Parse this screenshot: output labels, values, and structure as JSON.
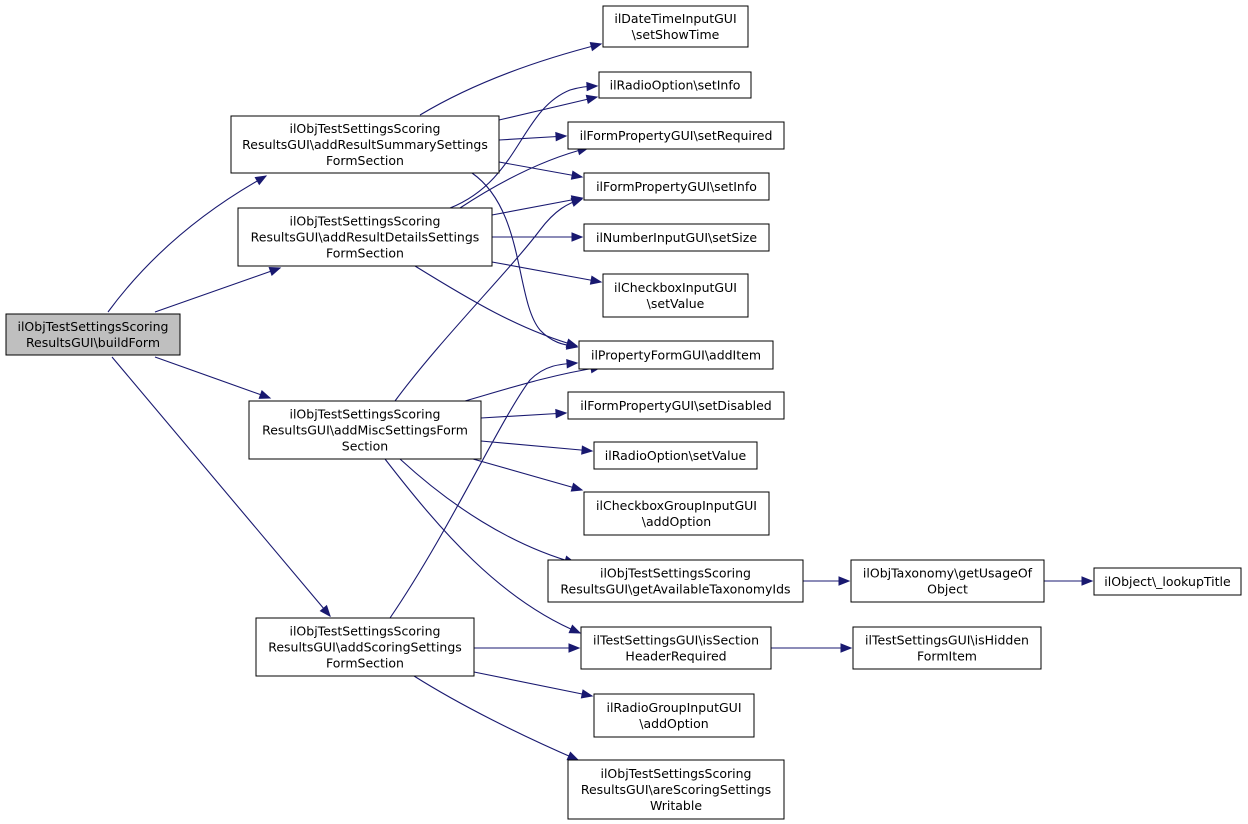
{
  "diagram": {
    "type": "call-graph",
    "colors": {
      "root_fill": "#bfbfbf",
      "node_fill": "#ffffff",
      "node_border": "#000000",
      "edge": "#191970"
    },
    "nodes": [
      {
        "id": "buildForm",
        "lines": [
          "ilObjTestSettingsScoring",
          "ResultsGUI\\buildForm"
        ],
        "root": true
      },
      {
        "id": "addResultSummary",
        "lines": [
          "ilObjTestSettingsScoring",
          "ResultsGUI\\addResultSummarySettings",
          "FormSection"
        ]
      },
      {
        "id": "addResultDetails",
        "lines": [
          "ilObjTestSettingsScoring",
          "ResultsGUI\\addResultDetailsSettings",
          "FormSection"
        ]
      },
      {
        "id": "addMisc",
        "lines": [
          "ilObjTestSettingsScoring",
          "ResultsGUI\\addMiscSettingsForm",
          "Section"
        ]
      },
      {
        "id": "addScoring",
        "lines": [
          "ilObjTestSettingsScoring",
          "ResultsGUI\\addScoringSettings",
          "FormSection"
        ]
      },
      {
        "id": "dateTimeShowTime",
        "lines": [
          "ilDateTimeInputGUI",
          "\\setShowTime"
        ]
      },
      {
        "id": "radioSetInfo",
        "lines": [
          "ilRadioOption\\setInfo"
        ]
      },
      {
        "id": "formPropSetRequired",
        "lines": [
          "ilFormPropertyGUI\\setRequired"
        ]
      },
      {
        "id": "formPropSetInfo",
        "lines": [
          "ilFormPropertyGUI\\setInfo"
        ]
      },
      {
        "id": "numberSetSize",
        "lines": [
          "ilNumberInputGUI\\setSize"
        ]
      },
      {
        "id": "checkboxSetValue",
        "lines": [
          "ilCheckboxInputGUI",
          "\\setValue"
        ]
      },
      {
        "id": "propFormAddItem",
        "lines": [
          "ilPropertyFormGUI\\addItem"
        ]
      },
      {
        "id": "formPropSetDisabled",
        "lines": [
          "ilFormPropertyGUI\\setDisabled"
        ]
      },
      {
        "id": "radioSetValue",
        "lines": [
          "ilRadioOption\\setValue"
        ]
      },
      {
        "id": "checkboxGroupAddOption",
        "lines": [
          "ilCheckboxGroupInputGUI",
          "\\addOption"
        ]
      },
      {
        "id": "getAvailableTaxonomyIds",
        "lines": [
          "ilObjTestSettingsScoring",
          "ResultsGUI\\getAvailableTaxonomyIds"
        ]
      },
      {
        "id": "taxonomyGetUsage",
        "lines": [
          "ilObjTaxonomy\\getUsageOf",
          "Object"
        ]
      },
      {
        "id": "lookupTitle",
        "lines": [
          "ilObject\\_lookupTitle"
        ]
      },
      {
        "id": "isSectionHeaderRequired",
        "lines": [
          "ilTestSettingsGUI\\isSection",
          "HeaderRequired"
        ]
      },
      {
        "id": "isHiddenFormItem",
        "lines": [
          "ilTestSettingsGUI\\isHidden",
          "FormItem"
        ]
      },
      {
        "id": "radioGroupAddOption",
        "lines": [
          "ilRadioGroupInputGUI",
          "\\addOption"
        ]
      },
      {
        "id": "areScoringSettingsWritable",
        "lines": [
          "ilObjTestSettingsScoring",
          "ResultsGUI\\areScoringSettings",
          "Writable"
        ]
      }
    ],
    "edges": [
      {
        "from": "buildForm",
        "to": "addResultSummary"
      },
      {
        "from": "buildForm",
        "to": "addResultDetails"
      },
      {
        "from": "buildForm",
        "to": "addMisc"
      },
      {
        "from": "buildForm",
        "to": "addScoring"
      },
      {
        "from": "addResultSummary",
        "to": "dateTimeShowTime"
      },
      {
        "from": "addResultSummary",
        "to": "radioSetInfo"
      },
      {
        "from": "addResultSummary",
        "to": "formPropSetRequired"
      },
      {
        "from": "addResultSummary",
        "to": "formPropSetInfo"
      },
      {
        "from": "addResultSummary",
        "to": "propFormAddItem"
      },
      {
        "from": "addResultDetails",
        "to": "radioSetInfo"
      },
      {
        "from": "addResultDetails",
        "to": "formPropSetRequired"
      },
      {
        "from": "addResultDetails",
        "to": "formPropSetInfo"
      },
      {
        "from": "addResultDetails",
        "to": "numberSetSize"
      },
      {
        "from": "addResultDetails",
        "to": "checkboxSetValue"
      },
      {
        "from": "addResultDetails",
        "to": "propFormAddItem"
      },
      {
        "from": "addMisc",
        "to": "formPropSetInfo"
      },
      {
        "from": "addMisc",
        "to": "propFormAddItem"
      },
      {
        "from": "addMisc",
        "to": "formPropSetDisabled"
      },
      {
        "from": "addMisc",
        "to": "radioSetValue"
      },
      {
        "from": "addMisc",
        "to": "checkboxGroupAddOption"
      },
      {
        "from": "addMisc",
        "to": "getAvailableTaxonomyIds"
      },
      {
        "from": "addMisc",
        "to": "isSectionHeaderRequired"
      },
      {
        "from": "addScoring",
        "to": "propFormAddItem"
      },
      {
        "from": "addScoring",
        "to": "isSectionHeaderRequired"
      },
      {
        "from": "addScoring",
        "to": "radioGroupAddOption"
      },
      {
        "from": "addScoring",
        "to": "areScoringSettingsWritable"
      },
      {
        "from": "getAvailableTaxonomyIds",
        "to": "taxonomyGetUsage"
      },
      {
        "from": "taxonomyGetUsage",
        "to": "lookupTitle"
      },
      {
        "from": "isSectionHeaderRequired",
        "to": "isHiddenFormItem"
      }
    ]
  }
}
